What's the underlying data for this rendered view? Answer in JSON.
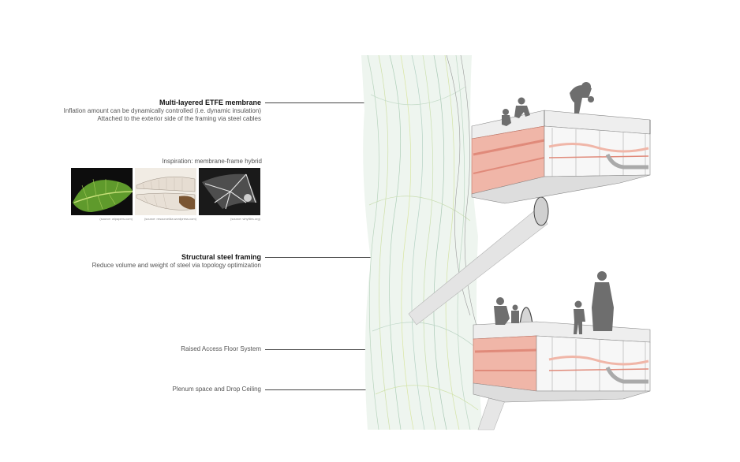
{
  "labels": {
    "etfe": {
      "title": "Multi-layered ETFE membrane",
      "line1": "Inflation amount can be dynamically controlled (i.e. dynamic insulation)",
      "line2": "Attached to the exterior side of the framing via steel cables"
    },
    "steel": {
      "title": "Structural steel framing",
      "line1": "Reduce volume and weight of steel via topology optimization"
    },
    "floor": {
      "title": "Raised Access Floor System"
    },
    "plenum": {
      "title": "Plenum space and Drop Ceiling"
    }
  },
  "inspiration": {
    "caption": "Inspiration: membrane-frame hybrid",
    "sources": [
      "(source: wlpapers.com)",
      "(source: resourcelda.wordpress.com)",
      "(source: whyfiles.org)"
    ]
  },
  "colors": {
    "accent": "#f0b6a8",
    "accent_dark": "#e08a7a",
    "membrane": "#cfe3d2",
    "silhouette": "#6e6e6e"
  }
}
